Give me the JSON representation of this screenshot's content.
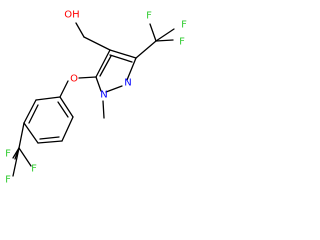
{
  "molecule": {
    "atoms": {
      "hydroxyl": "OH",
      "pyrazole_n2": "N",
      "pyrazole_n1": "N",
      "ether_oxygen": "O",
      "cf3_top": {
        "c": "C",
        "f1": "F",
        "f2": "F",
        "f3": "F"
      },
      "cf3_bottom": {
        "c": "C",
        "f1": "F",
        "f2": "F",
        "f3": "F"
      }
    },
    "colors": {
      "bond": "#000000",
      "carbon_text": "#000000",
      "oxygen": "#ff0000",
      "nitrogen": "#0000ff",
      "fluorine": "#33cc33"
    }
  }
}
